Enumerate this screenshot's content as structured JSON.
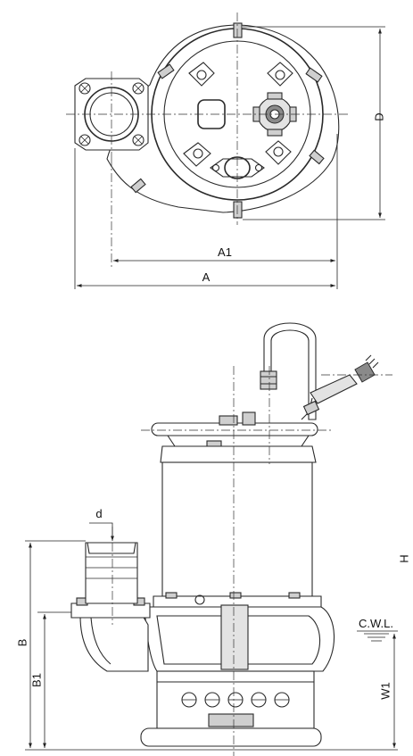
{
  "labels": {
    "d_top": "D",
    "a1": "A1",
    "a": "A",
    "d_small": "d",
    "h": "H",
    "b": "B",
    "b1": "B1",
    "cwl": "C.W.L.",
    "w1": "W1"
  }
}
